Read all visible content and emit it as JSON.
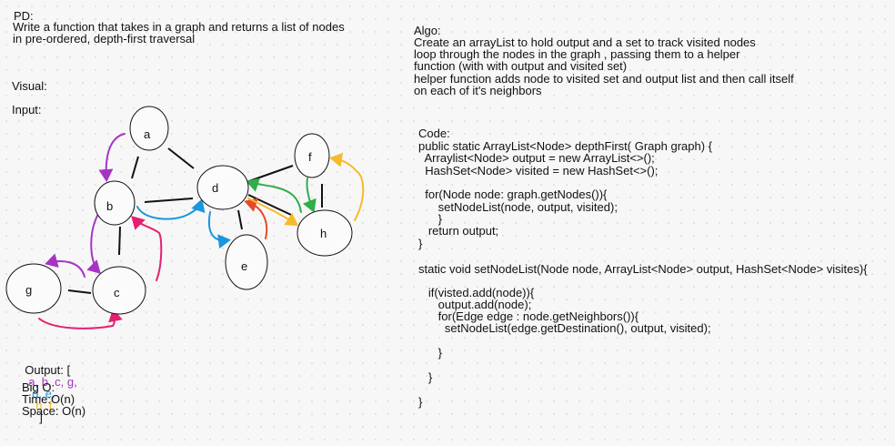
{
  "pd": {
    "heading": "PD:",
    "line1": "Write a function that takes in a graph and returns a list of nodes",
    "line2": "in pre-ordered, depth-first traversal"
  },
  "visual_label": "Visual:",
  "input_label": "Input:",
  "graph": {
    "nodes": [
      "a",
      "b",
      "c",
      "d",
      "e",
      "f",
      "g",
      "h"
    ],
    "edges": [
      [
        "a",
        "b"
      ],
      [
        "a",
        "d"
      ],
      [
        "b",
        "d"
      ],
      [
        "b",
        "c"
      ],
      [
        "c",
        "g"
      ],
      [
        "d",
        "f"
      ],
      [
        "d",
        "h"
      ],
      [
        "d",
        "e"
      ],
      [
        "f",
        "h"
      ]
    ]
  },
  "output": {
    "label": "Output: [",
    "purple": "a, b, c, g,",
    "blue": "d, e,",
    "yellow": "h ,f",
    "close": "]"
  },
  "colors": {
    "purple": "#a733c4",
    "blue": "#1a96dc",
    "yellow": "#f5bb2c",
    "pink": "#e52070",
    "green": "#2fae4a",
    "red": "#e54a2a"
  },
  "bigo": {
    "heading": "Big O:",
    "time": "Time:O(n)",
    "space": "Space: O(n)"
  },
  "algo": {
    "heading": "Algo:",
    "lines": [
      "Create an arrayList to hold output and a set to track visited nodes",
      "loop through the nodes in the graph , passing them to a helper",
      "function (with with output and visited set)",
      "helper function adds node to visited set and output list and then call itself",
      "on each of it's neighbors"
    ]
  },
  "code": {
    "heading": "Code:",
    "block1": [
      "public static ArrayList<Node> depthFirst( Graph graph) {",
      "  Arraylist<Node> output = new ArrayList<>();",
      "  HashSet<Node> visited = new HashSet<>();",
      "",
      "  for(Node node: graph.getNodes()){",
      "      setNodeList(node, output, visited);",
      "      }",
      "   return output;",
      "}"
    ],
    "block2": [
      "static void setNodeList(Node node, ArrayList<Node> output, HashSet<Node> visites){",
      "",
      "   if(visted.add(node)){",
      "      output.add(node);",
      "      for(Edge edge : node.getNeighbors()){",
      "        setNodeList(edge.getDestination(), output, visited);",
      "",
      "",
      "      }",
      "",
      "   }",
      "",
      "}"
    ]
  }
}
